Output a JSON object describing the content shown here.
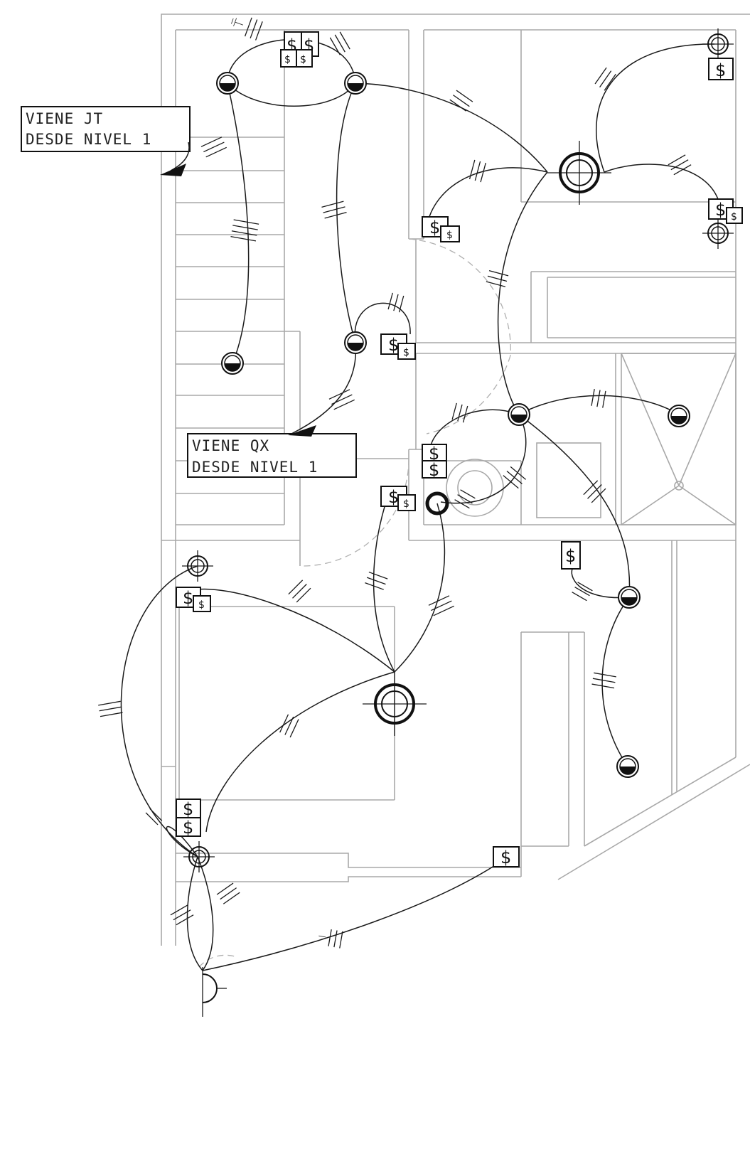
{
  "notes": {
    "jt": {
      "line1": "VIENE JT",
      "line2": "DESDE NIVEL 1"
    },
    "qx": {
      "line1": "VIENE QX",
      "line2": "DESDE NIVEL 1"
    }
  },
  "switch_symbol": "$",
  "colors": {
    "walls": "#a8a8a8",
    "wiring": "#1a1a1a",
    "background": "#ffffff"
  },
  "icons": [
    "ceiling-light-icon",
    "wall-light-icon",
    "outlet-icon",
    "switch-icon",
    "doorbell-icon"
  ]
}
